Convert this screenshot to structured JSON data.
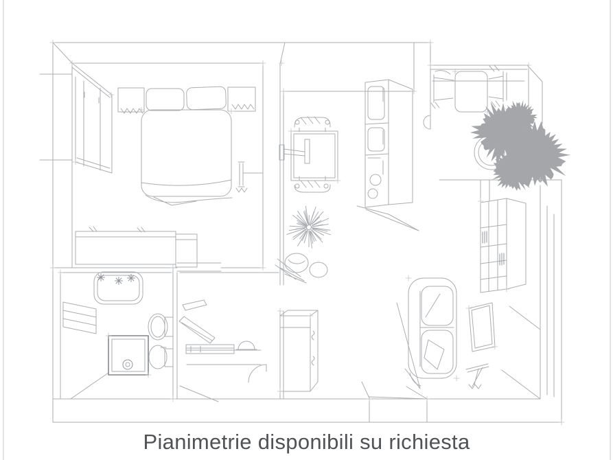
{
  "caption": {
    "text": "Pianimetrie disponibili su richiesta"
  },
  "colors": {
    "background": "#ffffff",
    "line": "#abaeb2",
    "line_dark": "#91969c",
    "tree_fill": "#a5a6a9",
    "plant_stroke": "#9599a0",
    "caption_text": "#4f5357",
    "frame_line": "#c8cacc"
  },
  "plan": {
    "style": "hand-drawn perspective floor plan sketch, light gray lines on white",
    "rooms": [
      {
        "name": "bedroom",
        "position": "top-left"
      },
      {
        "name": "hallway",
        "position": "center"
      },
      {
        "name": "kitchen",
        "position": "center-top"
      },
      {
        "name": "dining-area",
        "position": "top-right"
      },
      {
        "name": "living-room",
        "position": "bottom-right"
      },
      {
        "name": "bathroom",
        "position": "bottom-left"
      },
      {
        "name": "entry-room",
        "position": "bottom-center"
      }
    ],
    "furniture": [
      "double-bed",
      "pillows",
      "nightstand-left",
      "nightstand-right",
      "wardrobe",
      "dresser",
      "wall-radiator",
      "bathtub",
      "shower-box",
      "toilet",
      "bidet",
      "bench",
      "storage-cabinet",
      "folding-table",
      "table-chairs",
      "kitchen-unit",
      "side-tables",
      "dandelion-plant",
      "dining-table",
      "dining-chairs",
      "large-tree",
      "planter-pot",
      "bookshelf",
      "sofa",
      "tv-console",
      "floor-lamp"
    ]
  }
}
